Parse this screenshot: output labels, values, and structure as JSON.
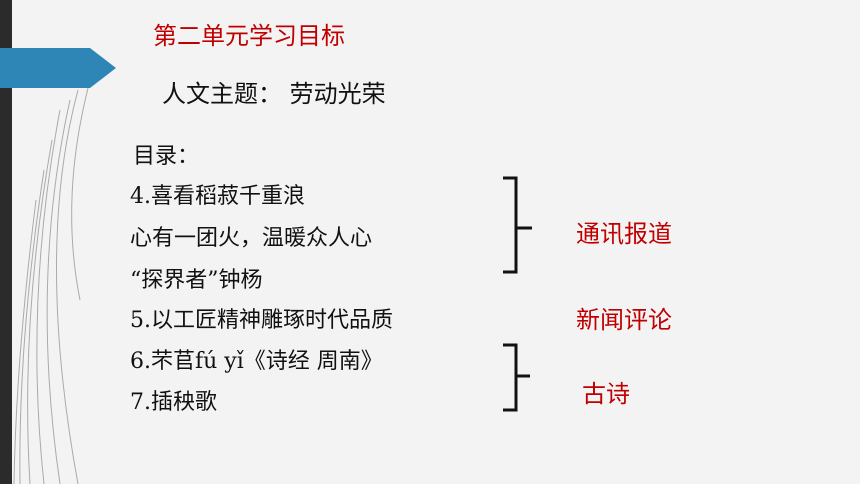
{
  "title": "第二单元学习目标",
  "theme": "人文主题：  劳动光荣",
  "toc": {
    "heading": "目录：",
    "items": [
      "4.喜看稻菽千重浪",
      "心有一团火，温暖众人心",
      "“探界者”钟杨",
      "5.以工匠精神雕琢时代品质",
      "6.芣苢fú yǐ《诗经 周南》",
      "7.插秧歌"
    ]
  },
  "genres": {
    "news_report": "通讯报道",
    "news_commentary": "新闻评论",
    "ancient_poem": "古诗"
  },
  "colors": {
    "accent_red": "#c00000",
    "arrow_blue": "#2e86b7",
    "left_bar": "#2b2b2b",
    "background": "#f3f3f3"
  }
}
